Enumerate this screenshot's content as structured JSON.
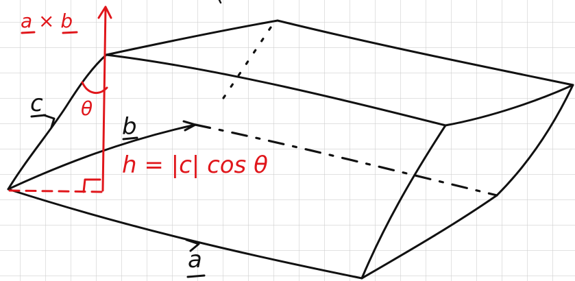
{
  "colors": {
    "background": "#ffffff",
    "grid": "#cfcfcf",
    "ink": "#111111",
    "annotation": "#e0161b"
  },
  "labels": {
    "cross_product": "a × b",
    "vector_a": "a",
    "vector_b": "b",
    "vector_c": "c",
    "angle": "θ",
    "height": "h = |c| cos θ"
  }
}
